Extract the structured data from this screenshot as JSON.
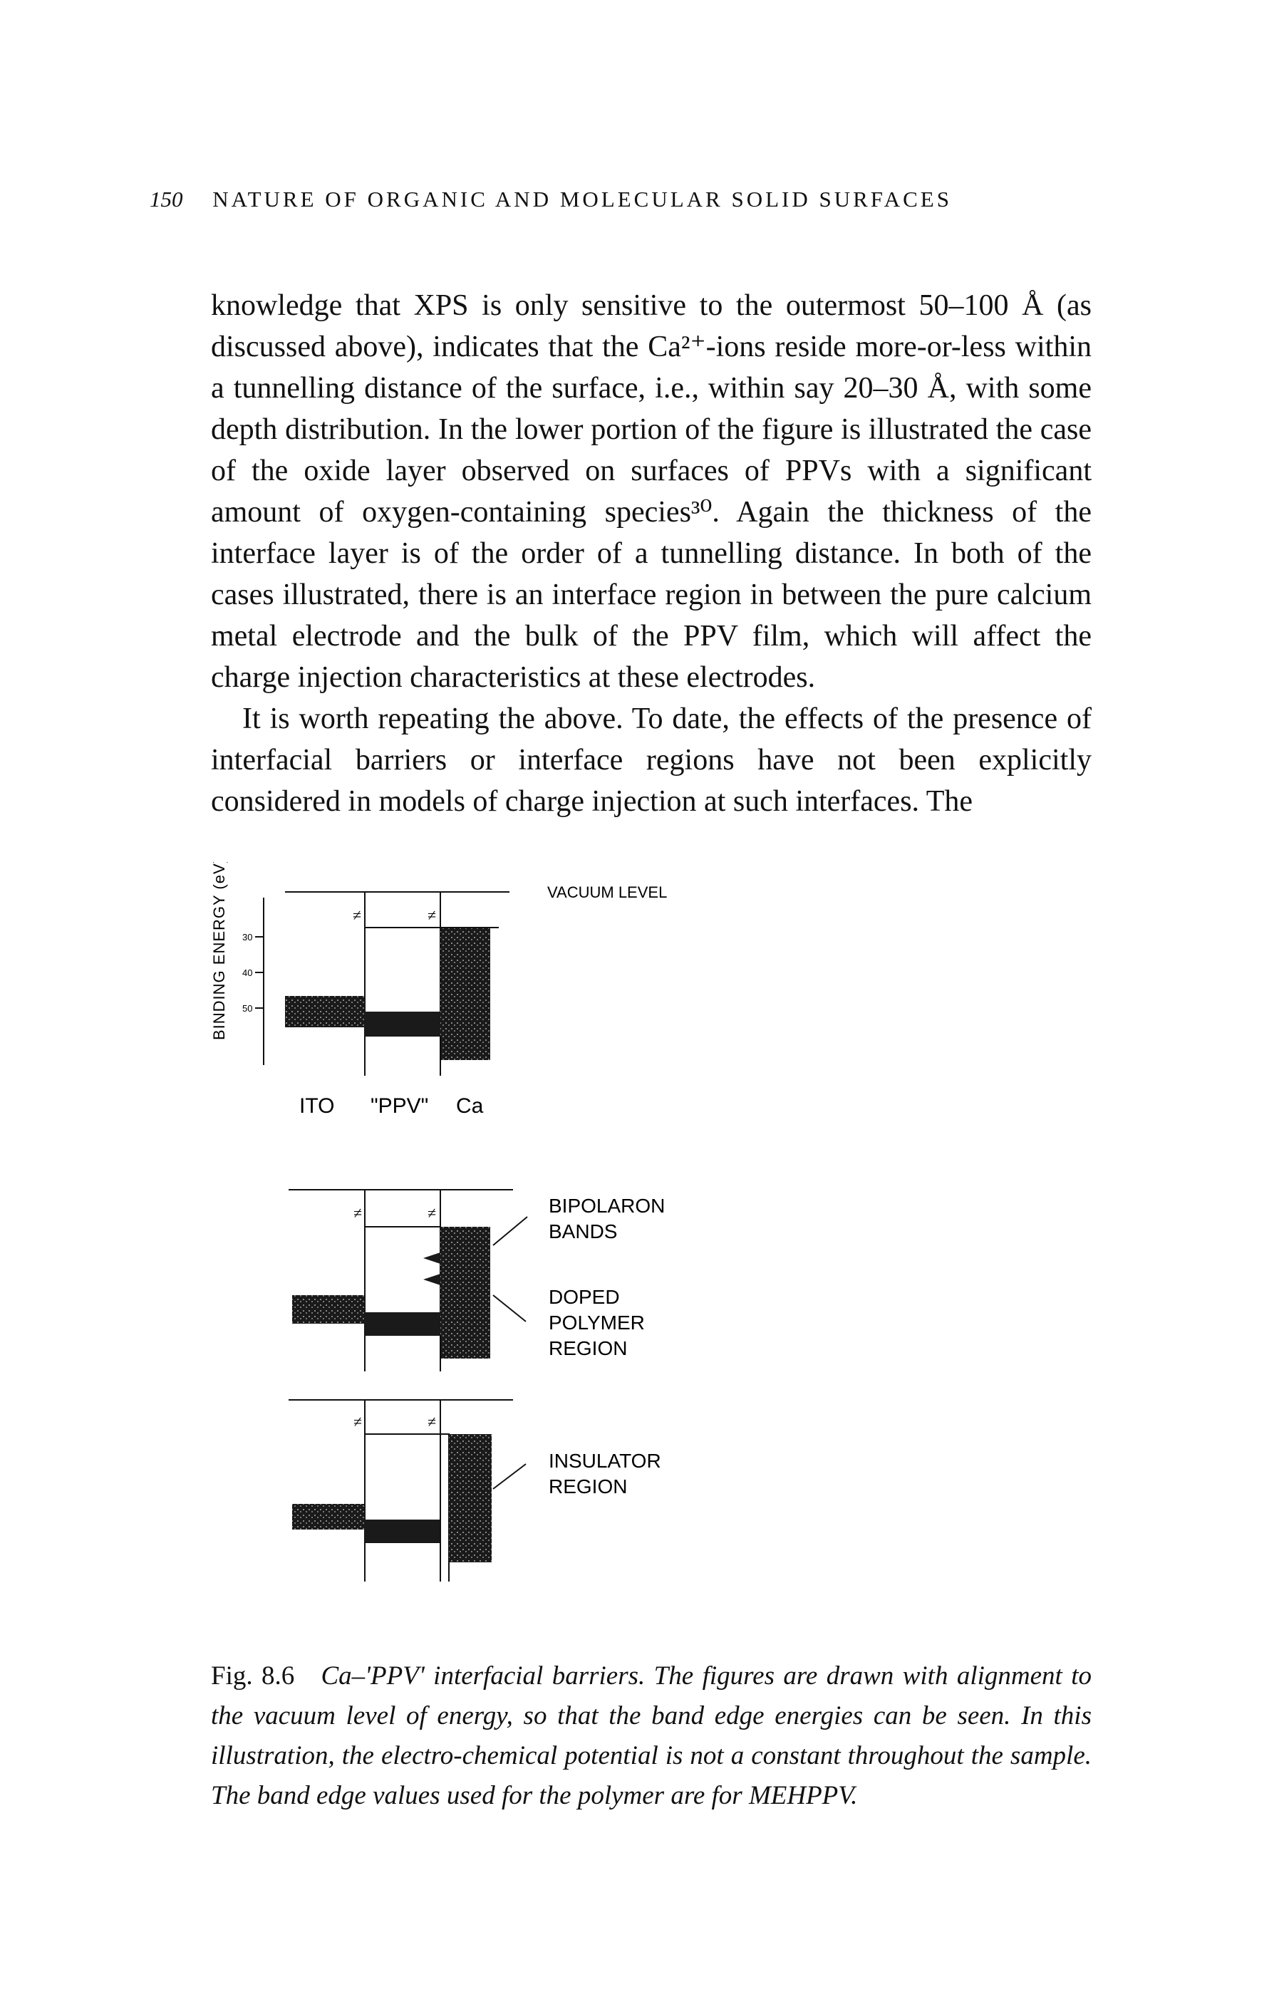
{
  "header": {
    "page_number": "150",
    "running_title": "NATURE OF ORGANIC AND MOLECULAR SOLID SURFACES"
  },
  "body": {
    "paragraph1": "knowledge that XPS is only sensitive to the outermost 50–100 Å (as discussed above), indicates that the Ca²⁺-ions reside more-or-less within a tunnelling distance of the surface, i.e., within say 20–30 Å, with some depth distribution. In the lower portion of the figure is illustrated the case of the oxide layer observed on surfaces of PPVs with a significant amount of oxygen-containing species³⁰. Again the thickness of the interface layer is of the order of a tunnelling distance. In both of the cases illustrated, there is an interface region in between the pure calcium metal electrode and the bulk of the PPV film, which will affect the charge injection characteristics at these electrodes.",
    "paragraph2": "It is worth repeating the above. To date, the effects of the presence of interfacial barriers or interface regions have not been explicitly considered in models of charge injection at such interfaces. The"
  },
  "figure": {
    "y_axis_label": "BINDING ENERGY (eV)",
    "y_ticks": [
      "30",
      "40",
      "50"
    ],
    "vacuum_level_label": "VACUUM LEVEL",
    "material_labels": [
      "ITO",
      "\"PPV\"",
      "Ca"
    ],
    "panel2_label_bipolaron": [
      "BIPOLARON",
      "BANDS"
    ],
    "panel2_label_doped": [
      "DOPED",
      "POLYMER",
      "REGION"
    ],
    "panel3_label_insulator": [
      "INSULATOR",
      "REGION"
    ]
  },
  "caption": {
    "label": "Fig. 8.6",
    "text": "Ca–'PPV' interfacial barriers. The figures are drawn with alignment to the vacuum level of energy, so that the band edge energies can be seen. In this illustration, the electro-chemical potential is not a constant throughout the sample. The band edge values used for the polymer are for MEHPPV."
  },
  "colors": {
    "ink": "#111111",
    "band_fill": "#1a1a1a",
    "band_gray": "#6a6a6a"
  }
}
